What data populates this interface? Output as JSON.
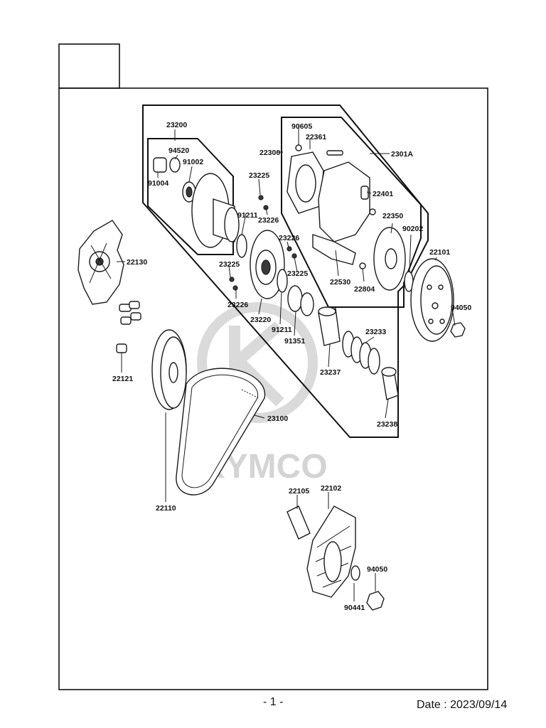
{
  "watermark": "KYMCO",
  "part_numbers": {
    "p23200": "23200",
    "p94520": "94520",
    "p91002": "91002",
    "p91004": "91004",
    "p23225a": "23225",
    "p23226a": "23226",
    "p91211a": "91211",
    "p23226b": "23226",
    "p23225b": "23225",
    "p23225c": "23225",
    "p23226c": "23226",
    "p23220": "23220",
    "p91211b": "91211",
    "p91351": "91351",
    "p23237": "23237",
    "p23233": "23233",
    "p23238": "23238",
    "p23100": "23100",
    "p90605": "90605",
    "p22361": "22361",
    "p22300": "22300",
    "p2301A": "2301A",
    "p22401": "22401",
    "p22350": "22350",
    "p90202": "90202",
    "p22530": "22530",
    "p22804": "22804",
    "p22101": "22101",
    "p94050a": "94050",
    "p22130": "22130",
    "p22121": "22121",
    "p22110": "22110",
    "p22105": "22105",
    "p22102": "22102",
    "p94050b": "94050",
    "p90441": "90441"
  },
  "footer": {
    "page": "- 1 -",
    "date": "Date : 2023/09/14"
  }
}
